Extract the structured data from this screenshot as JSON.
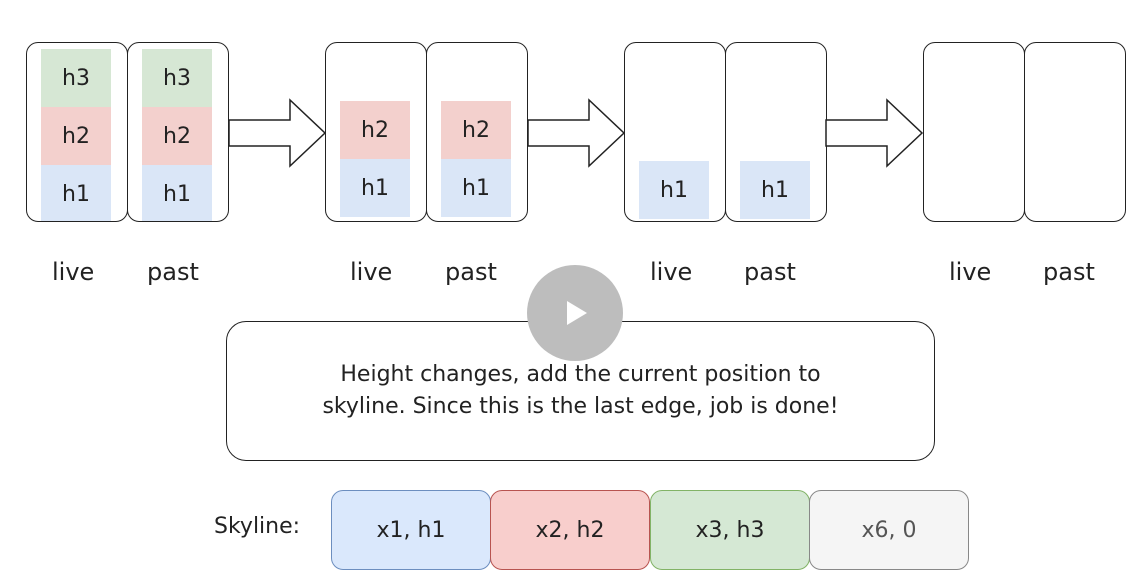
{
  "stages": [
    {
      "live_label": "live",
      "past_label": "past",
      "live_bands": [
        "h1",
        "h2",
        "h3"
      ],
      "past_bands": [
        "h1",
        "h2",
        "h3"
      ]
    },
    {
      "live_label": "live",
      "past_label": "past",
      "live_bands": [
        "h1",
        "h2"
      ],
      "past_bands": [
        "h1",
        "h2"
      ]
    },
    {
      "live_label": "live",
      "past_label": "past",
      "live_bands": [
        "h1"
      ],
      "past_bands": [
        "h1"
      ]
    },
    {
      "live_label": "live",
      "past_label": "past",
      "live_bands": [],
      "past_bands": []
    }
  ],
  "note": {
    "line1": "Height changes, add the current position to",
    "line2": "skyline. Since this is the last edge, job is done!"
  },
  "skyline": {
    "label": "Skyline:",
    "entries": [
      {
        "text": "x1, h1",
        "fill": "#dae8fc",
        "stroke": "#6c8ebf"
      },
      {
        "text": "x2, h2",
        "fill": "#f8cecc",
        "stroke": "#b85450"
      },
      {
        "text": "x3, h3",
        "fill": "#d5e8d4",
        "stroke": "#82b366"
      },
      {
        "text": "x6, 0",
        "fill": "#f5f5f5",
        "stroke": "#888888"
      }
    ]
  },
  "colors": {
    "h1": "#dae6f7",
    "h2": "#f3d0cd",
    "h3": "#d6e7d4"
  },
  "icons": [
    "right-arrow-icon",
    "play-icon"
  ]
}
